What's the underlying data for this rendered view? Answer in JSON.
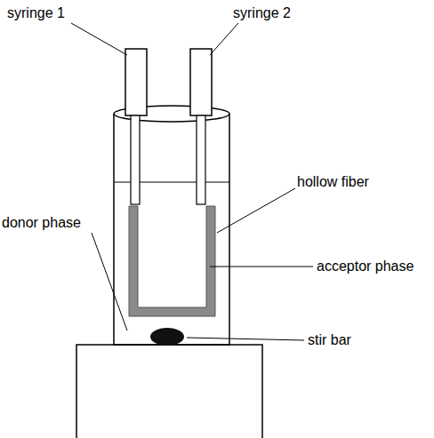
{
  "diagram": {
    "labels": [
      "syringe 1",
      "syringe 2",
      "hollow fiber",
      "donor phase",
      "acceptor phase",
      "stir bar"
    ]
  }
}
